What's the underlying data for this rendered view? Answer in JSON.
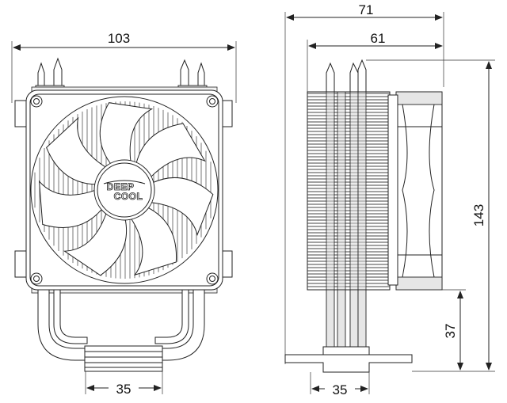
{
  "front_view": {
    "width_label": "103",
    "base_label": "35",
    "logo_line1": "DEEP",
    "logo_line2": "COOL"
  },
  "side_view": {
    "depth_total_label": "71",
    "depth_fins_label": "61",
    "height_label": "143",
    "base_height_label": "37",
    "base_label": "35"
  }
}
